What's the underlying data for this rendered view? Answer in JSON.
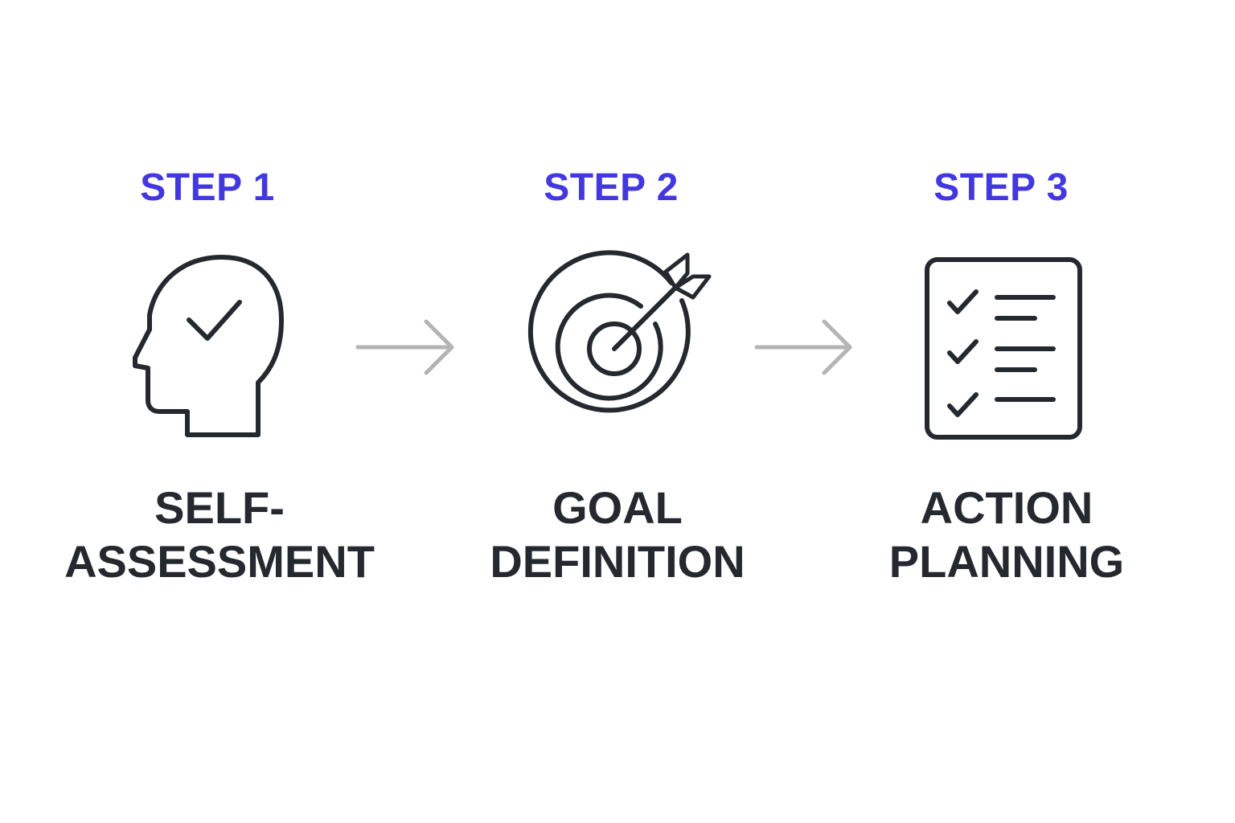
{
  "colors": {
    "accent": "#4338e0",
    "text": "#24292f",
    "icon_stroke": "#24292f",
    "arrow": "#b4b4b4",
    "background": "#ffffff"
  },
  "steps": [
    {
      "label": "STEP 1",
      "title_line1": "SELF-",
      "title_line2": "ASSESSMENT",
      "icon": "head-check-icon"
    },
    {
      "label": "STEP 2",
      "title_line1": "GOAL",
      "title_line2": "DEFINITION",
      "icon": "target-arrow-icon"
    },
    {
      "label": "STEP 3",
      "title_line1": "ACTION",
      "title_line2": "PLANNING",
      "icon": "checklist-icon"
    }
  ]
}
